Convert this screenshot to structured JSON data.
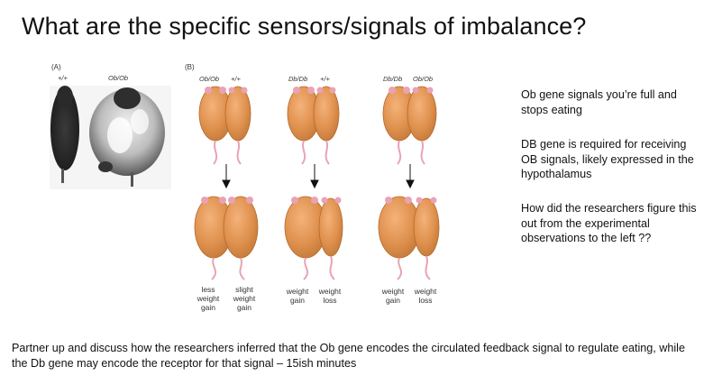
{
  "title": "What are the specific sensors/signals of imbalance?",
  "figure": {
    "panel_a": {
      "label": "(A)",
      "left_header": "+/+",
      "right_header": "Ob/Ob"
    },
    "panel_b": {
      "label": "(B)",
      "pairs": [
        {
          "left_header": "Ob/Ob",
          "right_header": "+/+",
          "left_caption": "less\nweight\ngain",
          "right_caption": "slight\nweight\ngain"
        },
        {
          "left_header": "Db/Db",
          "right_header": "+/+",
          "left_caption": "weight\ngain",
          "right_caption": "weight\nloss"
        },
        {
          "left_header": "Db/Db",
          "right_header": "Ob/Ob",
          "left_caption": "weight\ngain",
          "right_caption": "weight\nloss"
        }
      ]
    }
  },
  "notes": [
    "Ob gene signals you’re full and stops eating",
    "DB gene is required for receiving OB signals, likely expressed in the hypothalamus",
    "How did the researchers figure this out from the experimental observations to the left ??"
  ],
  "footer": "Partner up and discuss how the researchers inferred that the Ob gene encodes the circulated feedback signal to regulate eating, while the Db gene may encode the receptor for that signal – 15ish minutes",
  "colors": {
    "mouse_fill": "#e0924f",
    "mouse_stroke": "#b56a2c",
    "tail": "#e9a3b4"
  }
}
